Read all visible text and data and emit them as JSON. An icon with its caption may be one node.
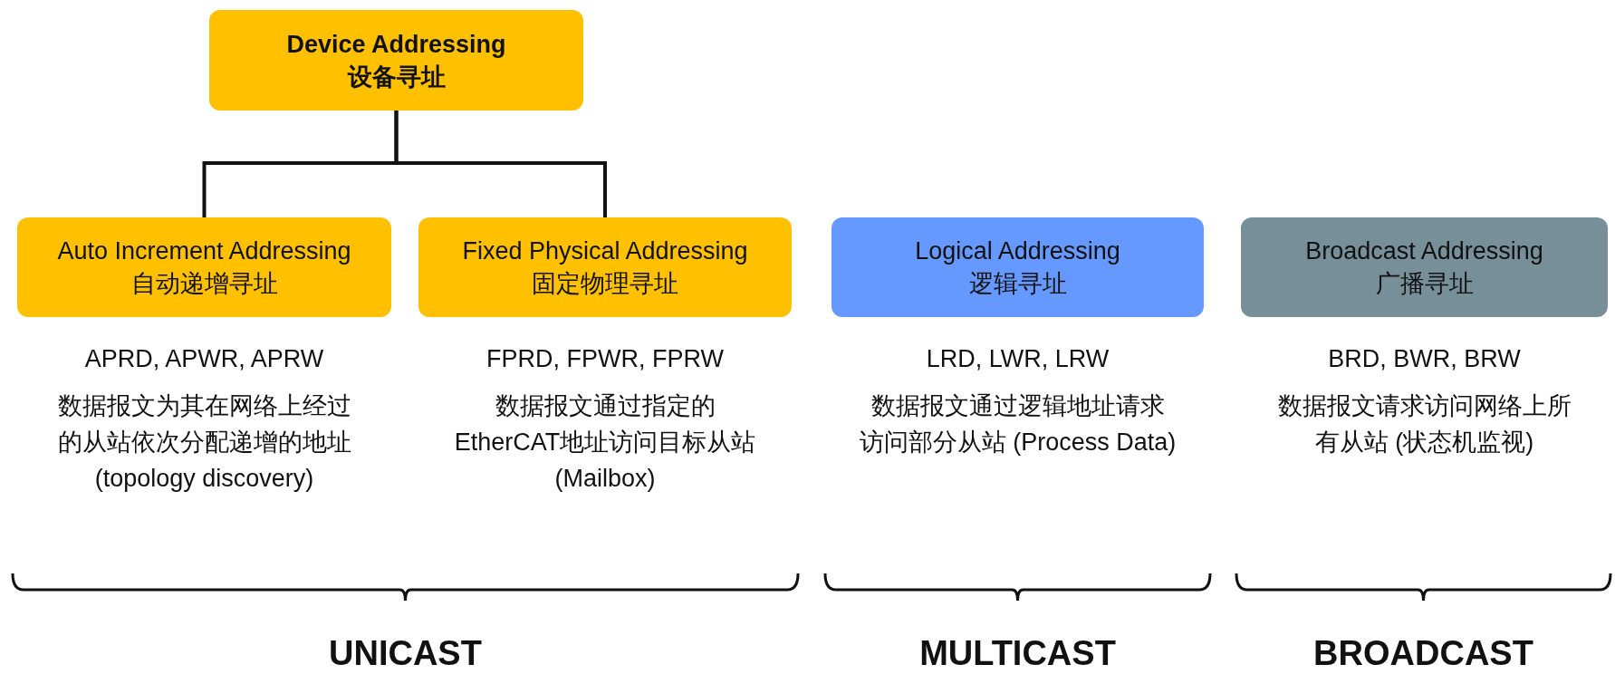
{
  "diagram": {
    "nodes": [
      {
        "text": [
          "Device Addressing",
          "设备寻址"
        ]
      },
      {
        "text": [
          "Auto Increment Addressing",
          "自动递增寻址"
        ],
        "beside": [
          "APRD, APWR, APRW",
          "数据报文为其在网络上经过的从站依次分配递增的地址 (topology discovery)"
        ]
      },
      {
        "text": [
          "Fixed Physical Addressing",
          "固定物理寻址"
        ],
        "beside": [
          "FPRD, FPWR, FPRW",
          "数据报文通过指定的EtherCAT地址访问目标从站 (Mailbox)"
        ]
      },
      {
        "text": [
          "Logical Addressing",
          "逻辑寻址"
        ],
        "beside": [
          "LRD, LWR, LRW",
          "数据报文通过逻辑地址请求访问部分从站 (Process Data)"
        ]
      },
      {
        "text": [
          "Broadcast Addressing",
          "广播寻址"
        ],
        "beside": [
          "BRD, BWR, BRW",
          "数据报文请求访问网络上所有从站 (状态机监视)"
        ]
      }
    ],
    "edges": [
      {
        "from": 0,
        "to": 1,
        "arrow": "none"
      },
      {
        "from": 0,
        "to": 2,
        "arrow": "none"
      }
    ],
    "labels": [
      "UNICAST",
      "MULTICAST",
      "BROADCAST"
    ]
  }
}
